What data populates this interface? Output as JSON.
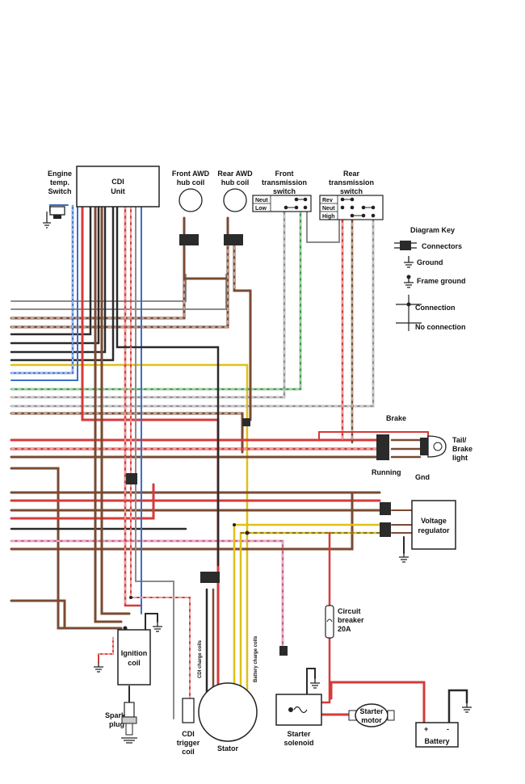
{
  "labels": {
    "engine_temp_switch": [
      "Engine",
      "temp.",
      "Switch"
    ],
    "cdi_unit": [
      "CDI",
      "Unit"
    ],
    "front_awd_hub_coil": [
      "Front AWD",
      "hub coil"
    ],
    "rear_awd_hub_coil": [
      "Rear AWD",
      "hub coil"
    ],
    "front_transmission_switch": [
      "Front",
      "transmission",
      "switch"
    ],
    "rear_transmission_switch": [
      "Rear",
      "transmission",
      "switch"
    ],
    "front_switch_positions": [
      "Neut",
      "Low"
    ],
    "rear_switch_positions": [
      "Rev",
      "Neut",
      "High"
    ],
    "tail_brake_light": [
      "Tail/",
      "Brake",
      "light"
    ],
    "brake": "Brake",
    "running": "Running",
    "gnd": "Gnd",
    "voltage_regulator": [
      "Voltage",
      "regulator"
    ],
    "circuit_breaker": [
      "Circuit",
      "breaker",
      "20A"
    ],
    "ignition_coil": [
      "Ignition",
      "coil"
    ],
    "spark_plug": [
      "Spark",
      "plug"
    ],
    "cdi_trigger_coil": [
      "CDI",
      "trigger",
      "coil"
    ],
    "stator": "Stator",
    "starter_solenoid": [
      "Starter",
      "solenoid"
    ],
    "starter_motor": [
      "Starter",
      "motor"
    ],
    "battery": "Battery",
    "battery_terminals": [
      "+",
      "-"
    ],
    "cdi_charge_coils": "CDI charge coils",
    "battery_charge_coils": "Battery charge coils"
  },
  "key": {
    "title": "Diagram Key",
    "items": [
      "Connectors",
      "Ground",
      "Frame ground",
      "Connection",
      "No connection"
    ]
  },
  "colors": {
    "red": "#d63a3a",
    "brown": "#7a4a32",
    "black": "#2a2a2a",
    "blue": "#3a6fc8",
    "green": "#3e9a48",
    "yellow": "#e0c018",
    "gray": "#8c8c8c",
    "white_stripe": "#ffffff",
    "connector": "#2b2b2b"
  }
}
